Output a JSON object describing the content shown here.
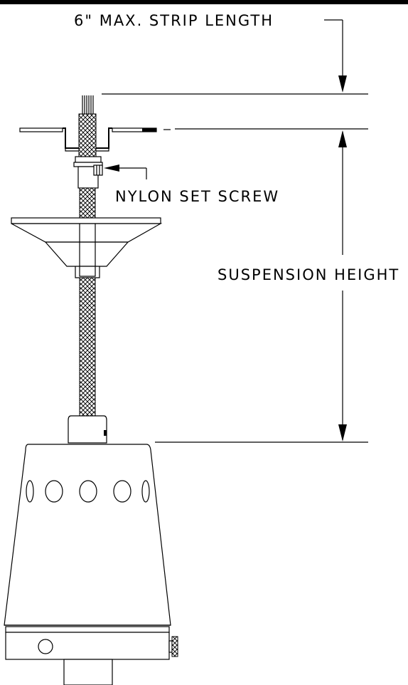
{
  "labels": {
    "strip_length": "6\" MAX. STRIP LENGTH",
    "set_screw": "NYLON SET SCREW",
    "suspension_height": "SUSPENSION HEIGHT"
  },
  "colors": {
    "ink": "#000000",
    "paper": "#ffffff"
  },
  "vent_hole_count": 5
}
